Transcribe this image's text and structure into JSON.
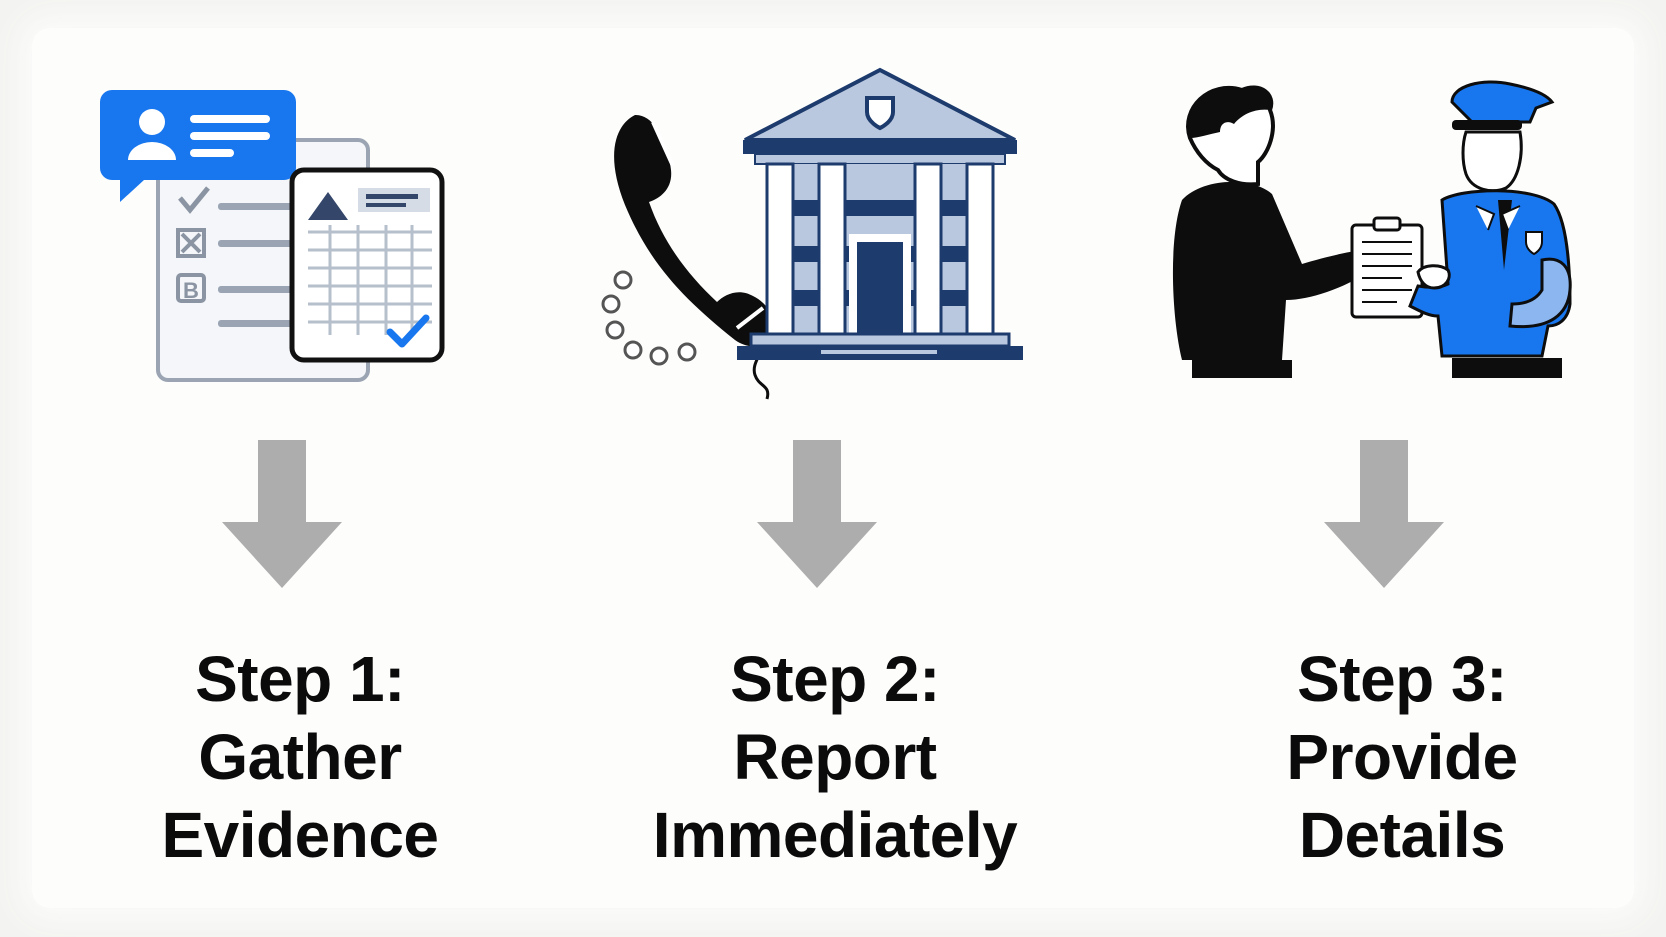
{
  "colors": {
    "arrow": "#adadad",
    "blue": "#1877ee",
    "navy": "#1d3b6d",
    "light_blue": "#b9c8de",
    "black": "#0d0d0d"
  },
  "steps": [
    {
      "number_label": "Step 1:",
      "line1": "Gather",
      "line2": "Evidence",
      "icon": "evidence-documents-icon"
    },
    {
      "number_label": "Step 2:",
      "line1": "Report",
      "line2": "Immediately",
      "icon": "phone-and-police-station-icon"
    },
    {
      "number_label": "Step 3:",
      "line1": "Provide",
      "line2": "Details",
      "icon": "person-giving-report-to-officer-icon"
    }
  ],
  "arrow_icon": "down-arrow-icon"
}
